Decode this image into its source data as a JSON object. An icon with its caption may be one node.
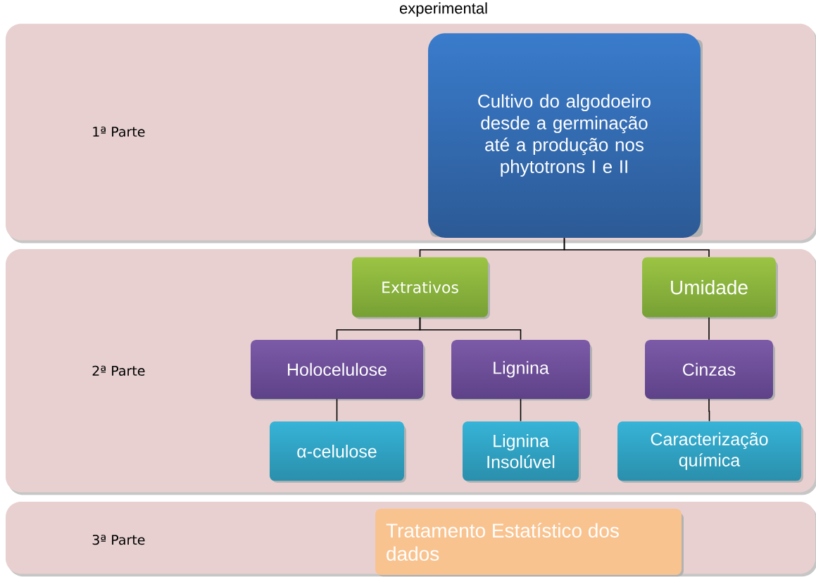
{
  "diagram": {
    "title": "experimental",
    "nodes": [
      {
        "text": [
          "1ª Parte"
        ]
      },
      {
        "text": [
          "Cultivo do algodoeiro desde a germinação até a produção nos phytotrons I e II"
        ],
        "in": 0
      },
      {
        "text": [
          "2ª Parte"
        ]
      },
      {
        "text": [
          "Extrativos"
        ],
        "in": 2
      },
      {
        "text": [
          "Umidade"
        ],
        "in": 2
      },
      {
        "text": [
          "Holocelulose"
        ],
        "in": 2
      },
      {
        "text": [
          "Lignina"
        ],
        "in": 2
      },
      {
        "text": [
          "Cinzas"
        ],
        "in": 2
      },
      {
        "text": [
          "α-celulose"
        ],
        "in": 2
      },
      {
        "text": [
          "Lignina Insolúvel"
        ],
        "in": 2
      },
      {
        "text": [
          "Caracterização química"
        ],
        "in": 2
      },
      {
        "text": [
          "3ª Parte"
        ]
      },
      {
        "text": [
          "Tratamento Estatístico dos dados"
        ],
        "in": 11
      }
    ],
    "edges": [
      {
        "from": 1,
        "to": 3,
        "arrow": "none"
      },
      {
        "from": 1,
        "to": 4,
        "arrow": "none"
      },
      {
        "from": 3,
        "to": 5,
        "arrow": "none"
      },
      {
        "from": 3,
        "to": 6,
        "arrow": "none"
      },
      {
        "from": 4,
        "to": 7,
        "arrow": "none"
      },
      {
        "from": 5,
        "to": 8,
        "arrow": "none"
      },
      {
        "from": 6,
        "to": 9,
        "arrow": "none"
      },
      {
        "from": 7,
        "to": 10,
        "arrow": "none"
      }
    ]
  }
}
